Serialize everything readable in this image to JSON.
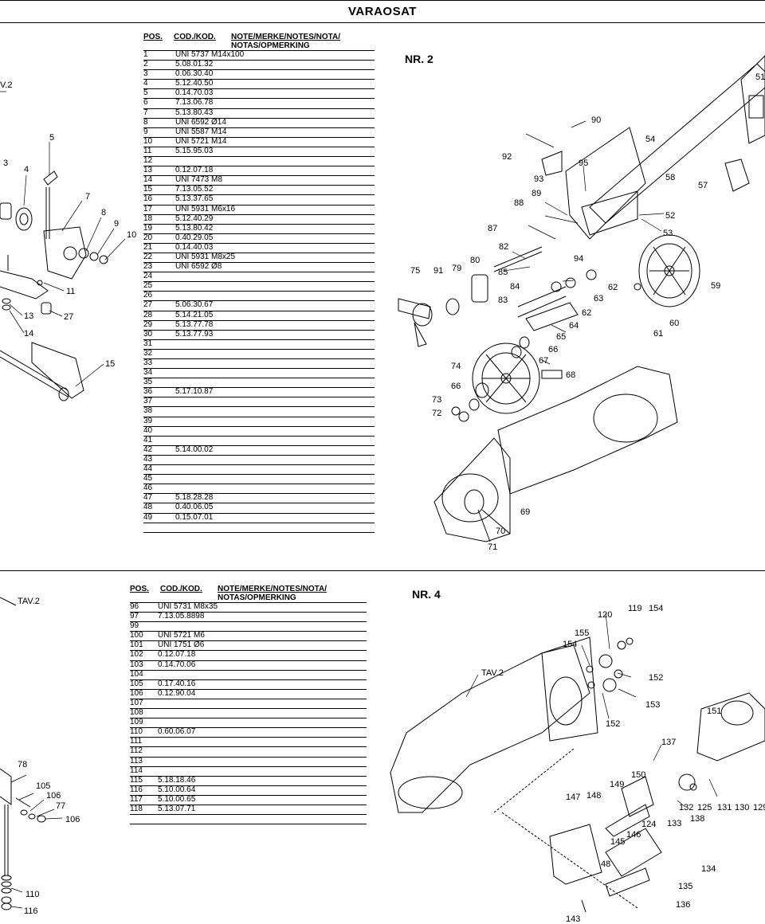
{
  "header": {
    "title": "VARAOSAT"
  },
  "section_top": {
    "figure_label": "NR. 2",
    "table": {
      "col_pos": "POS.",
      "col_code": "COD./KOD.",
      "col_note_line1": "NOTE/MERKE/NOTES/NOTA/",
      "col_note_line2": "NOTAS/OPMERKING",
      "rows": [
        {
          "pos": "1",
          "code": "UNI 5737 M14x100"
        },
        {
          "pos": "2",
          "code": "5.08.01.32"
        },
        {
          "pos": "3",
          "code": "0.06.30.40"
        },
        {
          "pos": "4",
          "code": "5.12.40.50"
        },
        {
          "pos": "5",
          "code": "0.14.70.03"
        },
        {
          "pos": "6",
          "code": "7.13.06.78"
        },
        {
          "pos": "7",
          "code": "5.13.80.43"
        },
        {
          "pos": "8",
          "code": "UNI 6592 Ø14"
        },
        {
          "pos": "9",
          "code": "UNI 5587 M14"
        },
        {
          "pos": "10",
          "code": "UNI 5721 M14"
        },
        {
          "pos": "11",
          "code": "5.15.95.03"
        },
        {
          "pos": "12",
          "code": ""
        },
        {
          "pos": "13",
          "code": "0.12.07.18"
        },
        {
          "pos": "14",
          "code": "UNI 7473 M8"
        },
        {
          "pos": "15",
          "code": "7.13.05.52"
        },
        {
          "pos": "16",
          "code": "5.13.37.65"
        },
        {
          "pos": "17",
          "code": "UNI 5931 M6x16"
        },
        {
          "pos": "18",
          "code": "5.12.40.29"
        },
        {
          "pos": "19",
          "code": "5.13.80.42"
        },
        {
          "pos": "20",
          "code": "0.40.29.05"
        },
        {
          "pos": "21",
          "code": "0.14.40.03"
        },
        {
          "pos": "22",
          "code": "UNI 5931 M8x25"
        },
        {
          "pos": "23",
          "code": "UNI 6592 Ø8"
        },
        {
          "pos": "24",
          "code": ""
        },
        {
          "pos": "25",
          "code": ""
        },
        {
          "pos": "26",
          "code": ""
        },
        {
          "pos": "27",
          "code": "5.06.30.67"
        },
        {
          "pos": "28",
          "code": "5.14.21.05"
        },
        {
          "pos": "29",
          "code": "5.13.77.78"
        },
        {
          "pos": "30",
          "code": "5.13.77.93"
        },
        {
          "pos": "31",
          "code": ""
        },
        {
          "pos": "32",
          "code": ""
        },
        {
          "pos": "33",
          "code": ""
        },
        {
          "pos": "34",
          "code": ""
        },
        {
          "pos": "35",
          "code": ""
        },
        {
          "pos": "36",
          "code": "5.17.10.87"
        },
        {
          "pos": "37",
          "code": ""
        },
        {
          "pos": "38",
          "code": ""
        },
        {
          "pos": "39",
          "code": ""
        },
        {
          "pos": "40",
          "code": ""
        },
        {
          "pos": "41",
          "code": ""
        },
        {
          "pos": "42",
          "code": "5.14.00.02"
        },
        {
          "pos": "43",
          "code": ""
        },
        {
          "pos": "44",
          "code": ""
        },
        {
          "pos": "45",
          "code": ""
        },
        {
          "pos": "46",
          "code": ""
        },
        {
          "pos": "47",
          "code": "5.18.28.28"
        },
        {
          "pos": "48",
          "code": "0.40.06.05"
        },
        {
          "pos": "49",
          "code": "0.15.07.01"
        },
        {
          "pos": "",
          "code": ""
        }
      ]
    },
    "left_callouts": [
      "V.2",
      "3",
      "4",
      "5",
      "7",
      "8",
      "9",
      "10",
      "11",
      "13",
      "14",
      "15",
      "27"
    ],
    "right_callouts": [
      "51",
      "54",
      "90",
      "92",
      "95",
      "58",
      "57",
      "93",
      "89",
      "88",
      "52",
      "53",
      "87",
      "82",
      "94",
      "80",
      "79",
      "91",
      "75",
      "85",
      "84",
      "62",
      "63",
      "83",
      "62",
      "64",
      "65",
      "66",
      "67",
      "74",
      "68",
      "66",
      "73",
      "72",
      "59",
      "60",
      "61",
      "69",
      "70",
      "71"
    ]
  },
  "section_bottom": {
    "figure_label": "NR. 4",
    "table": {
      "col_pos": "POS.",
      "col_code": "COD./KOD.",
      "col_note_line1": "NOTE/MERKE/NOTES/NOTA/",
      "col_note_line2": "NOTAS/OPMERKING",
      "rows": [
        {
          "pos": "96",
          "code": "UNI 5731 M8x35"
        },
        {
          "pos": "97",
          "code": "7.13.05.8898"
        },
        {
          "pos": "99",
          "code": ""
        },
        {
          "pos": "100",
          "code": "UNI 5721 M6"
        },
        {
          "pos": "101",
          "code": "UNI 1751 Ø6"
        },
        {
          "pos": "102",
          "code": "0.12.07.18"
        },
        {
          "pos": "103",
          "code": "0.14.70.06"
        },
        {
          "pos": "104",
          "code": ""
        },
        {
          "pos": "105",
          "code": "0.17.40.16"
        },
        {
          "pos": "106",
          "code": "0.12.90.04"
        },
        {
          "pos": "107",
          "code": ""
        },
        {
          "pos": "108",
          "code": ""
        },
        {
          "pos": "109",
          "code": ""
        },
        {
          "pos": "110",
          "code": "0.60.06.07"
        },
        {
          "pos": "111",
          "code": ""
        },
        {
          "pos": "112",
          "code": ""
        },
        {
          "pos": "113",
          "code": ""
        },
        {
          "pos": "114",
          "code": ""
        },
        {
          "pos": "115",
          "code": "5.18.18.46"
        },
        {
          "pos": "116",
          "code": "5.10.00.64"
        },
        {
          "pos": "117",
          "code": "5.10.00.65"
        },
        {
          "pos": "118",
          "code": "5.13.07.71"
        },
        {
          "pos": "",
          "code": ""
        }
      ]
    },
    "left_callouts": [
      "TAV.2",
      "78",
      "105",
      "106",
      "77",
      "106",
      "110",
      "116"
    ],
    "right_callouts": [
      "119",
      "154",
      "120",
      "155",
      "154",
      "152",
      "TAV.2",
      "153",
      "152",
      "151",
      "137",
      "150",
      "149",
      "147",
      "148",
      "132",
      "125",
      "131",
      "130",
      "129",
      "138",
      "124",
      "133",
      "146",
      "145",
      "48",
      "134",
      "135",
      "136",
      "143"
    ]
  }
}
